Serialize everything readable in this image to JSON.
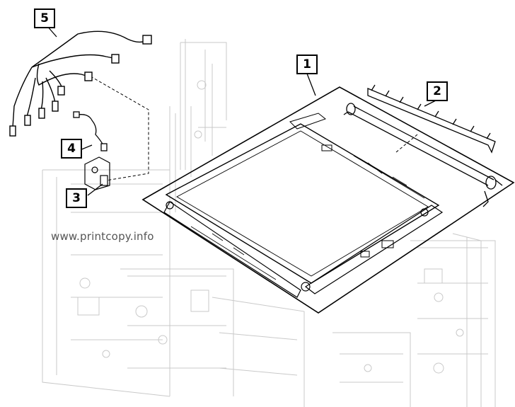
{
  "callouts": {
    "c1": "1",
    "c2": "2",
    "c3": "3",
    "c4": "4",
    "c5": "5"
  },
  "watermark": "www.printcopy.info",
  "colors": {
    "ink": "#000000",
    "ghost": "#c9c9c9"
  }
}
